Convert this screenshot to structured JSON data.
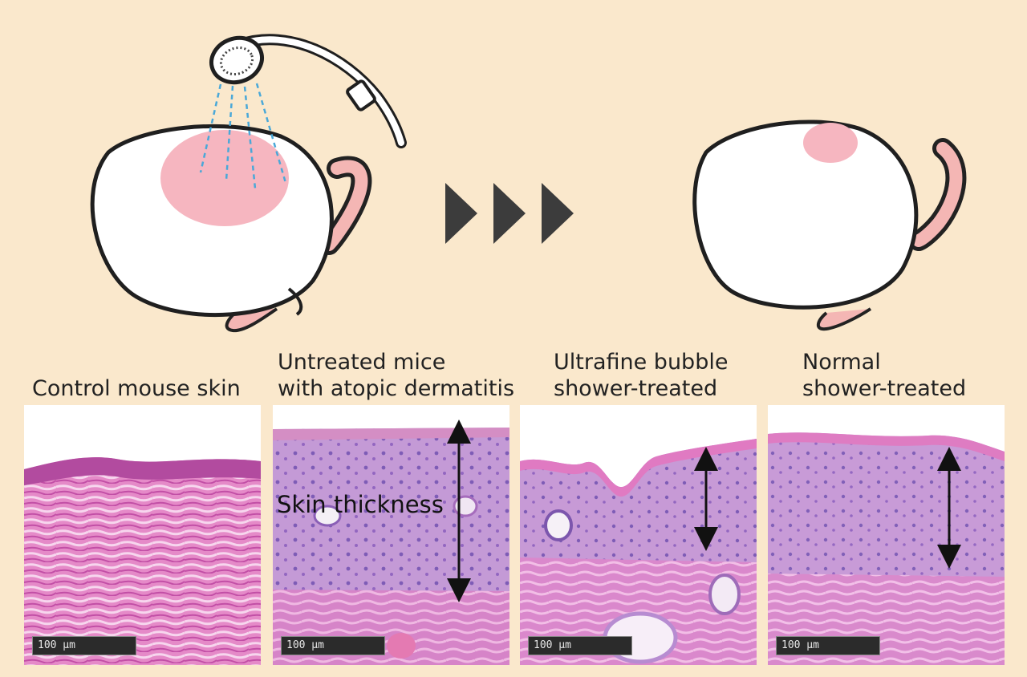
{
  "labels": {
    "control": [
      "Control mouse skin"
    ],
    "untreated": [
      "Untreated mice",
      "with atopic dermatitis"
    ],
    "ultrafine": [
      "Ultrafine bubble",
      "shower-treated"
    ],
    "normal": [
      "Normal",
      "shower-treated"
    ]
  },
  "annotation": {
    "skin_thickness": "Skin thickness"
  },
  "scale_bars": {
    "control": "100 μm",
    "untreated": "100 μm",
    "ultrafine": "100 μm",
    "normal": "100 μm"
  },
  "colors": {
    "background": "#fae8cc",
    "lesion": "#f6b6c0",
    "tail": "#f4b6b4",
    "arrowhead": "#3c3c3c",
    "water": "#4aa8d8",
    "tissue_base": "#c58fd0",
    "tissue_pink": "#e46fbb",
    "tissue_purple": "#9a6fc4"
  },
  "icons": [
    "shower-head-icon",
    "mouse-illustration",
    "progress-arrow-icon",
    "double-arrow-icon"
  ]
}
